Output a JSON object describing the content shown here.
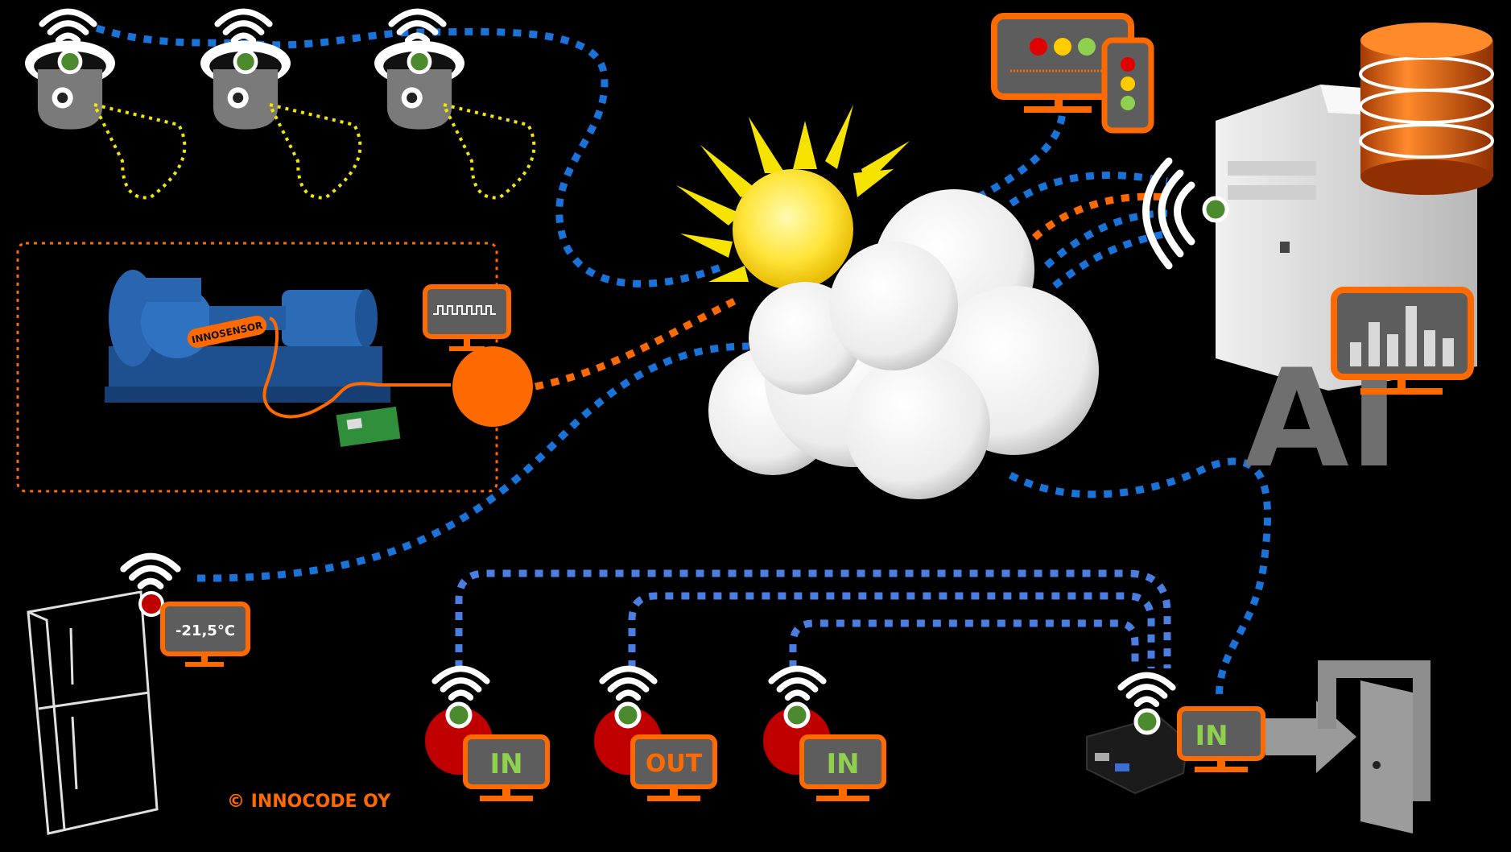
{
  "labels": {
    "pump_sensor": "INNOSENSOR",
    "fridge_temp": "-21,5°C",
    "node1": "IN",
    "node2": "OUT",
    "node3": "IN",
    "gateway": "IN",
    "ai": "AI",
    "copyright": "© INNOCODE OY"
  },
  "colors": {
    "background": "#000000",
    "orange": "#ff6a00",
    "blue_link": "#1a73d9",
    "yellow_dots": "#f5e600",
    "green_node": "#4c8a2e",
    "label_green": "#8fd14f",
    "screen_gray": "#5d5d5d"
  },
  "icons": [
    "camera-icon",
    "wifi-icon",
    "pump-icon",
    "sensor-board-icon",
    "signal-monitor-icon",
    "sun-icon",
    "cloud-icon",
    "traffic-light-dashboard-icon",
    "server-icon",
    "database-icon",
    "bar-chart-icon",
    "fridge-icon",
    "single-board-computer-icon",
    "arrow-icon",
    "door-icon"
  ]
}
